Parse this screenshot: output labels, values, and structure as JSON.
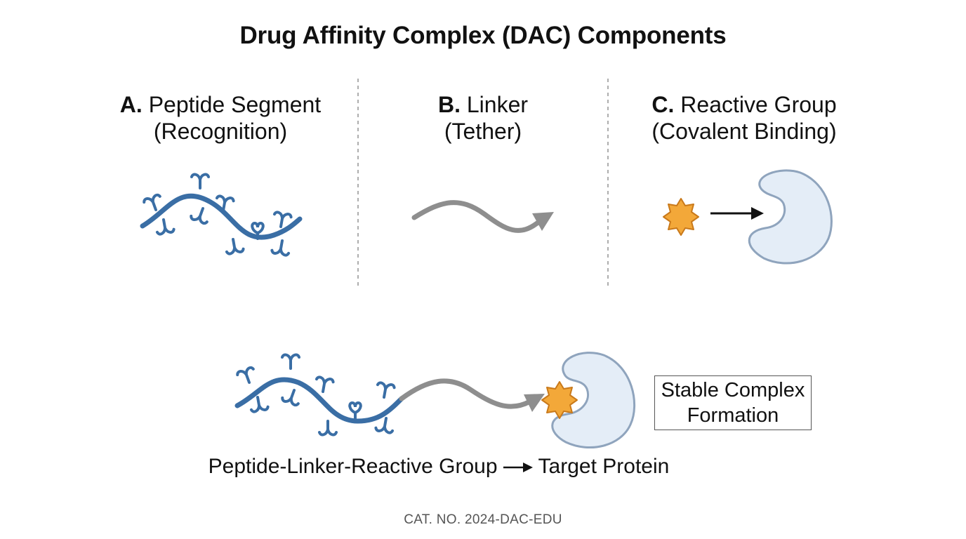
{
  "title": "Drug Affinity Complex (DAC) Components",
  "panels": [
    {
      "letter": "A.",
      "name": "Peptide Segment",
      "role": "(Recognition)"
    },
    {
      "letter": "B.",
      "name": "Linker",
      "role": "(Tether)"
    },
    {
      "letter": "C.",
      "name": "Reactive Group",
      "role": "(Covalent Binding)"
    }
  ],
  "assembly": {
    "caption_left": "Peptide-Linker-Reactive Group",
    "caption_right": "Target Protein",
    "result_line1": "Stable Complex",
    "result_line2": "Formation"
  },
  "catalog": "CAT. NO. 2024-DAC-EDU",
  "colors": {
    "peptide": "#3a6ea5",
    "linker": "#8e8e8e",
    "reactive": "#f3a839",
    "reactive_outline": "#c9791a",
    "protein_fill": "#e4edf7",
    "protein_outline": "#8fa4bd",
    "divider": "#9a9a9a"
  }
}
